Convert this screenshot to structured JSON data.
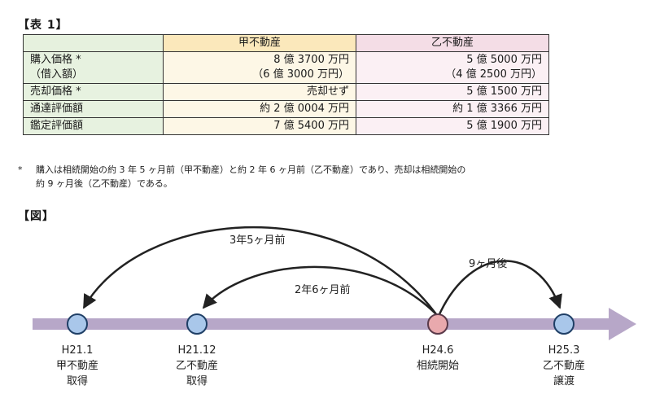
{
  "table_title": "【表 1】",
  "table": {
    "headers": [
      "",
      "甲不動産",
      "乙不動産"
    ],
    "rows": [
      {
        "label": [
          "購入価格 *",
          "（借入額）"
        ],
        "a": [
          "8 億 3700 万円",
          "（6 億 3000 万円）"
        ],
        "b": [
          "5 億 5000 万円",
          "（4 億 2500 万円）"
        ]
      },
      {
        "label": [
          "売却価格 *"
        ],
        "a": [
          "売却せず"
        ],
        "b": [
          "5 億 1500 万円"
        ]
      },
      {
        "label": [
          "通達評価額"
        ],
        "a": [
          "約 2 億 0004 万円"
        ],
        "b": [
          "約 1 億 3366 万円"
        ]
      },
      {
        "label": [
          "鑑定評価額"
        ],
        "a": [
          "7 億 5400 万円"
        ],
        "b": [
          "5 億 1900 万円"
        ]
      }
    ]
  },
  "footnote": {
    "mark": "*",
    "line1": "購入は相続開始の約 3 年 5 ヶ月前（甲不動産）と約 2 年 6 ヶ月前（乙不動産）であり、売却は相続開始の",
    "line2": "約 9 ヶ月後（乙不動産）である。"
  },
  "figure_title": "【図】",
  "timeline": {
    "arrow_labels": {
      "a": "3年5ヶ月前",
      "b": "2年6ヶ月前",
      "c": "9ヶ月後"
    },
    "points": [
      {
        "lines": [
          "H21.1",
          "甲不動産",
          "取得"
        ]
      },
      {
        "lines": [
          "H21.12",
          "乙不動産",
          "取得"
        ]
      },
      {
        "lines": [
          "H24.6",
          "相続開始"
        ]
      },
      {
        "lines": [
          "H25.3",
          "乙不動産",
          "譲渡"
        ]
      }
    ],
    "colors": {
      "bar": "#b7a7c8",
      "node_blue": "#a9c7ea",
      "node_pink": "#e9a9ad",
      "node_stroke": "#1f3f66",
      "arrow": "#222222"
    }
  }
}
